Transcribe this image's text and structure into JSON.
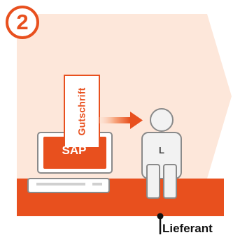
{
  "step": {
    "number": "2"
  },
  "system": {
    "label": "SAP"
  },
  "document": {
    "label": "Gutschrift"
  },
  "person": {
    "initial": "L"
  },
  "supplier": {
    "label": "Lieferant"
  },
  "colors": {
    "accent": "#e8501e",
    "background_panel": "#fde7da",
    "ground": "#e8501e",
    "person_fill": "#f2f2f2",
    "person_outline": "#8a8a8a",
    "text_dark": "#111111"
  },
  "icons": [
    "computer-icon",
    "document-icon",
    "arrow-right-icon",
    "person-icon",
    "pin-icon"
  ]
}
